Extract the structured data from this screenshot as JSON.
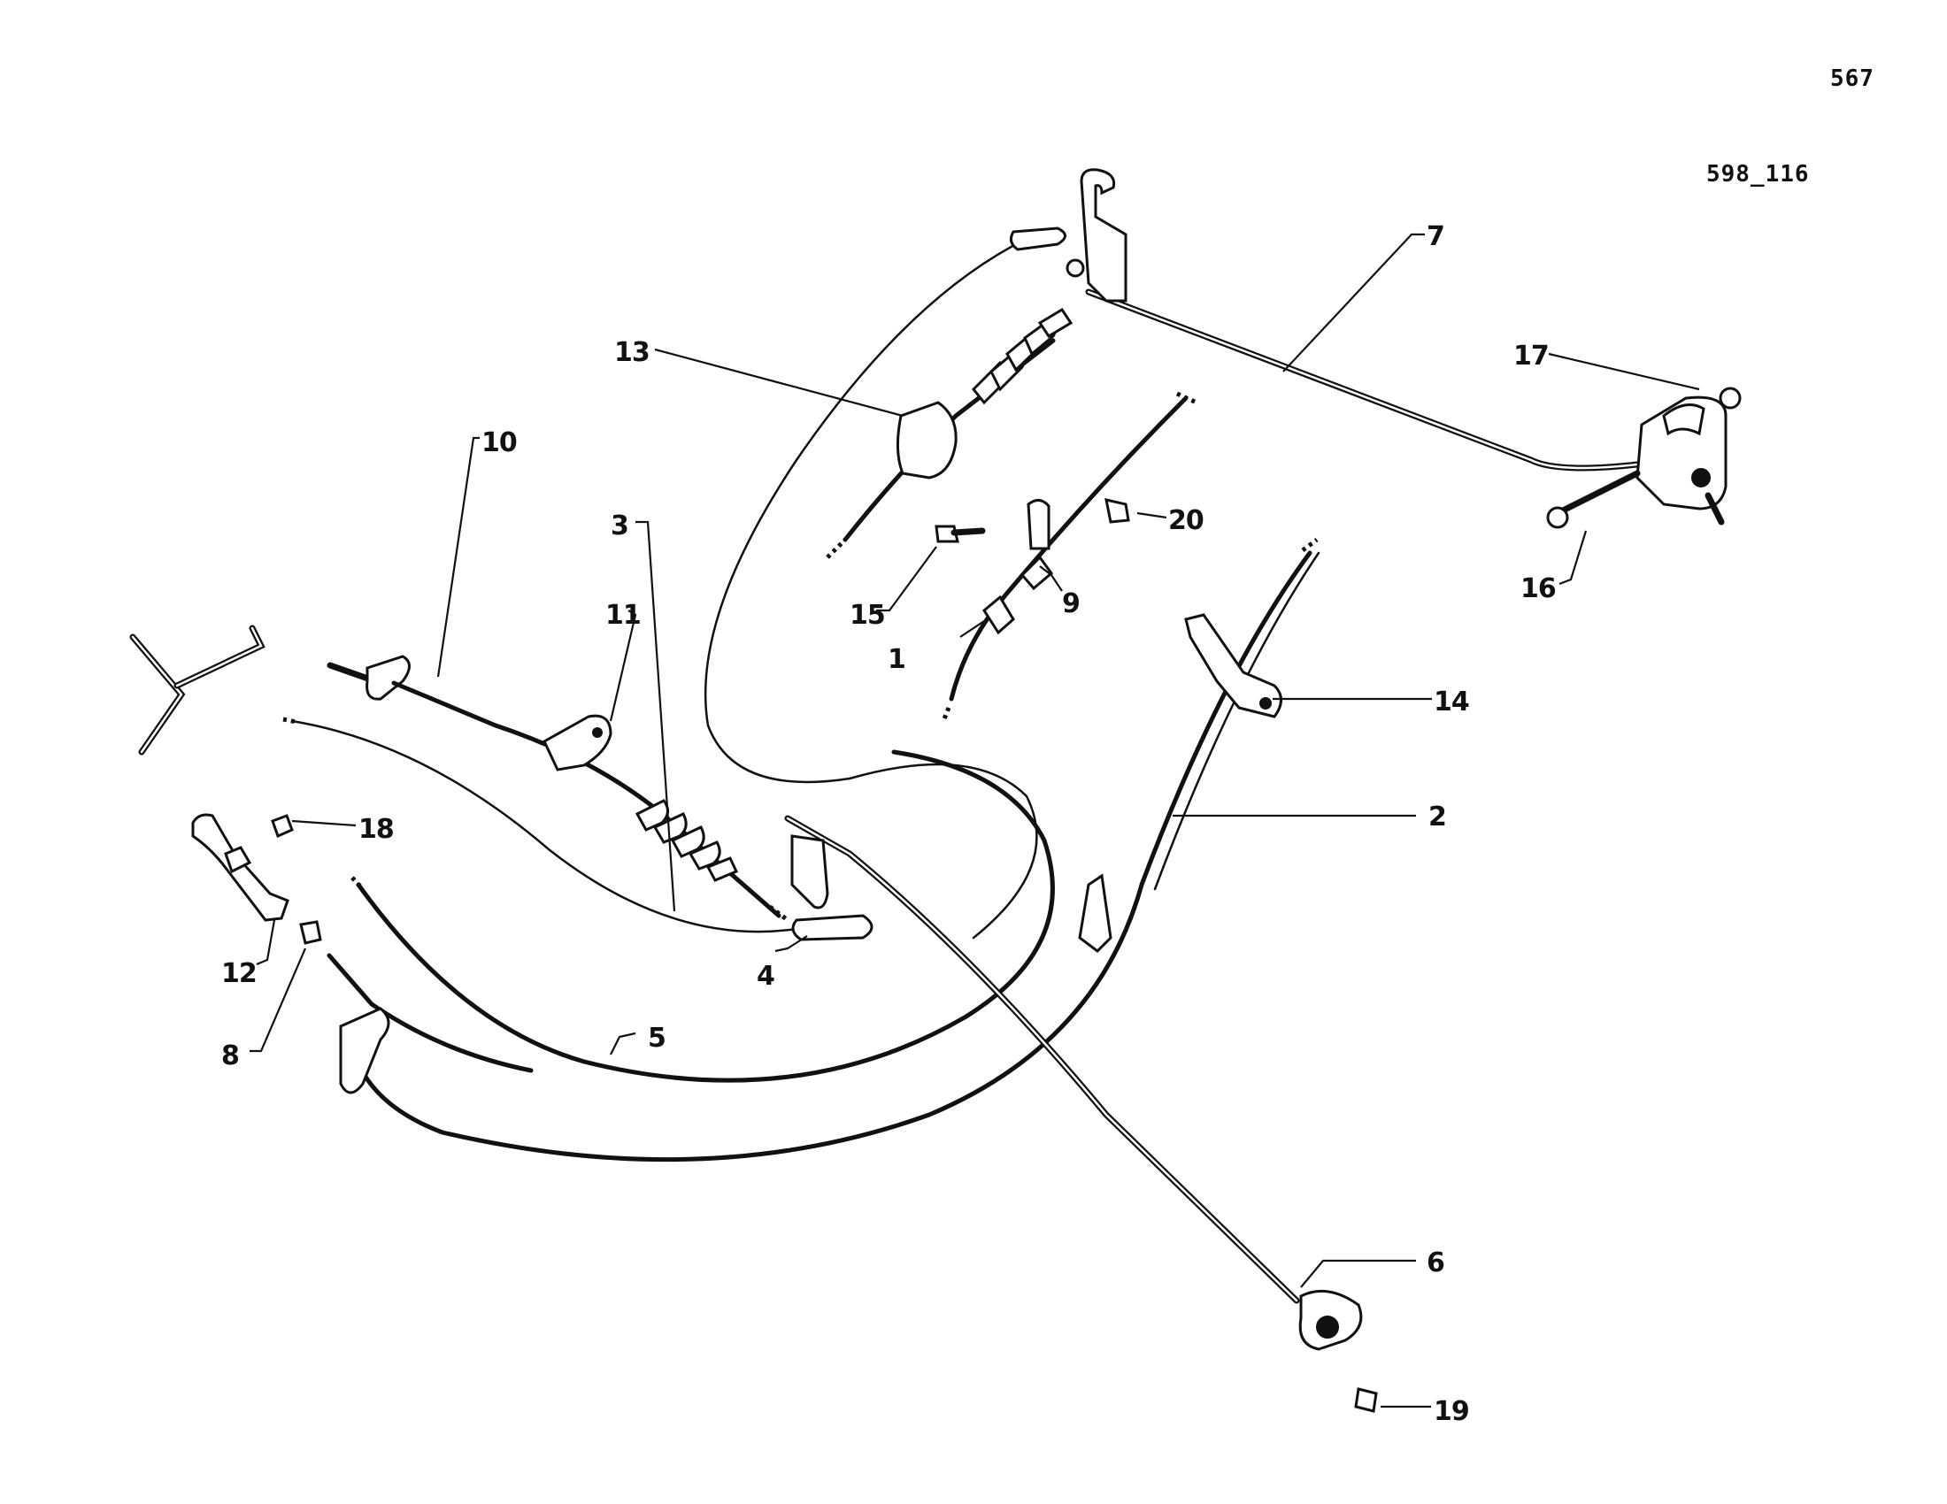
{
  "page": {
    "page_number": "567",
    "figure_ref": "598_116"
  },
  "callouts": [
    {
      "num": "1"
    },
    {
      "num": "2"
    },
    {
      "num": "3"
    },
    {
      "num": "4"
    },
    {
      "num": "5"
    },
    {
      "num": "6"
    },
    {
      "num": "7"
    },
    {
      "num": "8"
    },
    {
      "num": "9"
    },
    {
      "num": "10"
    },
    {
      "num": "11"
    },
    {
      "num": "12"
    },
    {
      "num": "13"
    },
    {
      "num": "14"
    },
    {
      "num": "15"
    },
    {
      "num": "16"
    },
    {
      "num": "17"
    },
    {
      "num": "18"
    },
    {
      "num": "19"
    },
    {
      "num": "20"
    }
  ],
  "colors": {
    "ink": "#111111",
    "paper": "#ffffff"
  }
}
